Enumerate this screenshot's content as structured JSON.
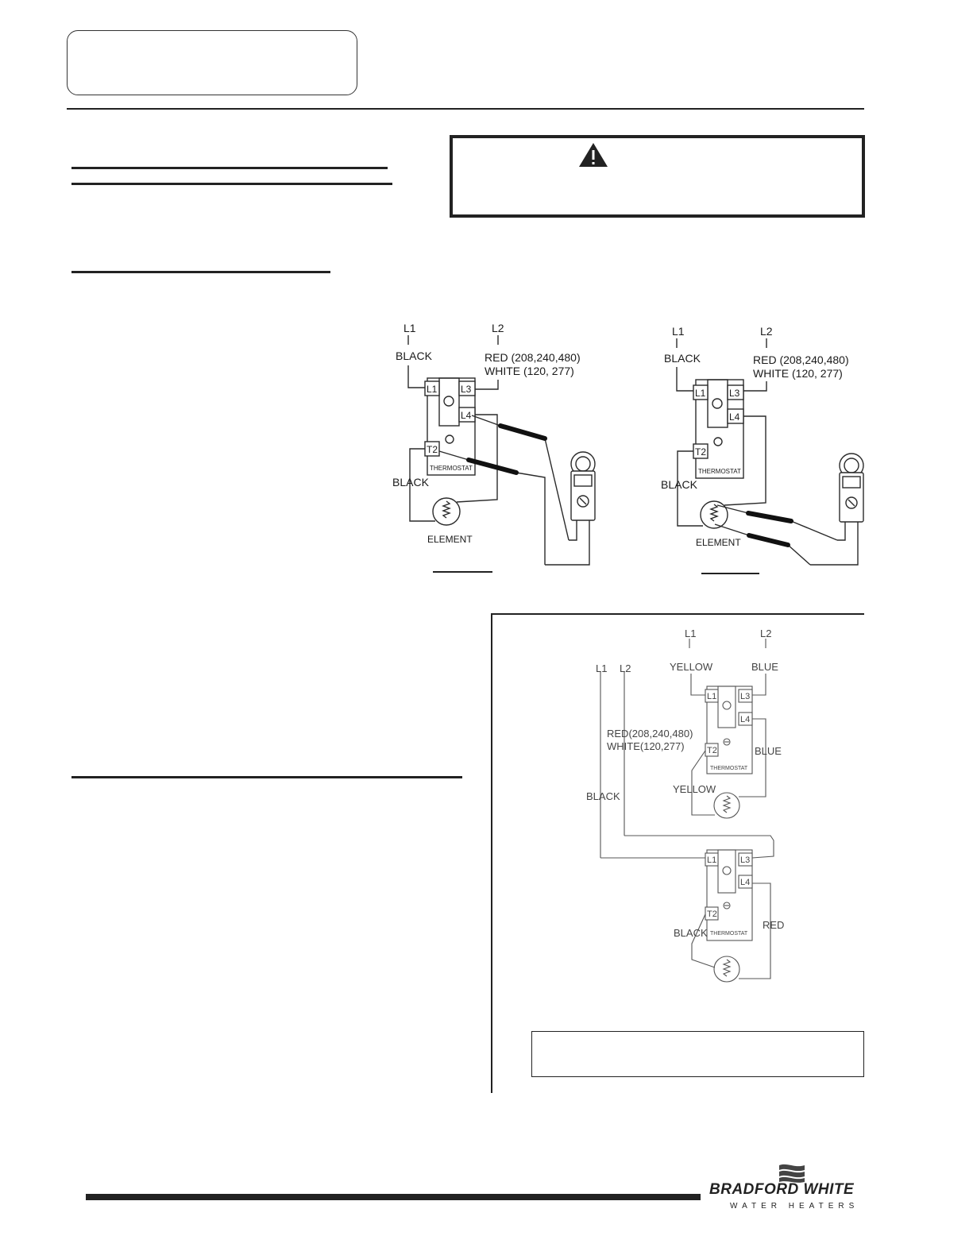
{
  "diagram_a": {
    "l1": "L1",
    "l2": "L2",
    "black_top": "BLACK",
    "red_note": "RED  (208,240,480)",
    "white_note": "WHITE  (120,  277)",
    "term_l1": "L1",
    "term_l3": "L3",
    "term_l4": "L4",
    "term_t2": "T2",
    "thermostat": "THERMOSTAT",
    "black_bottom": "BLACK",
    "element": "ELEMENT"
  },
  "diagram_b": {
    "l1": "L1",
    "l2": "L2",
    "black_top": "BLACK",
    "red_note": "RED  (208,240,480)",
    "white_note": "WHITE  (120,  277)",
    "term_l1": "L1",
    "term_l3": "L3",
    "term_l4": "L4",
    "term_t2": "T2",
    "thermostat": "THERMOSTAT",
    "black_bottom": "BLACK",
    "element": "ELEMENT"
  },
  "diagram_c": {
    "upper_l1": "L1",
    "upper_l2": "L2",
    "yellow_top": "YELLOW",
    "blue_top": "BLUE",
    "supply_l1": "L1",
    "supply_l2": "L2",
    "red_note": "RED(208,240,480)",
    "white_note": "WHITE(120,277)",
    "blue_side": "BLUE",
    "yellow_side": "YELLOW",
    "black_side": "BLACK",
    "upper_term_l1": "L1",
    "upper_term_l3": "L3",
    "upper_term_l4": "L4",
    "upper_term_t2": "T2",
    "upper_thermostat": "THERMOSTAT",
    "lower_term_l1": "L1",
    "lower_term_l3": "L3",
    "lower_term_l4": "L4",
    "lower_term_t2": "T2",
    "lower_thermostat": "THERMOSTAT",
    "lower_black": "BLACK",
    "lower_red": "RED"
  },
  "logo": {
    "brand": "BRADFORD WHITE",
    "tagline": "WATER HEATERS"
  },
  "colors": {
    "ink": "#1a1a1a",
    "wire": "#2a2a2a",
    "faint_wire": "#555555"
  }
}
